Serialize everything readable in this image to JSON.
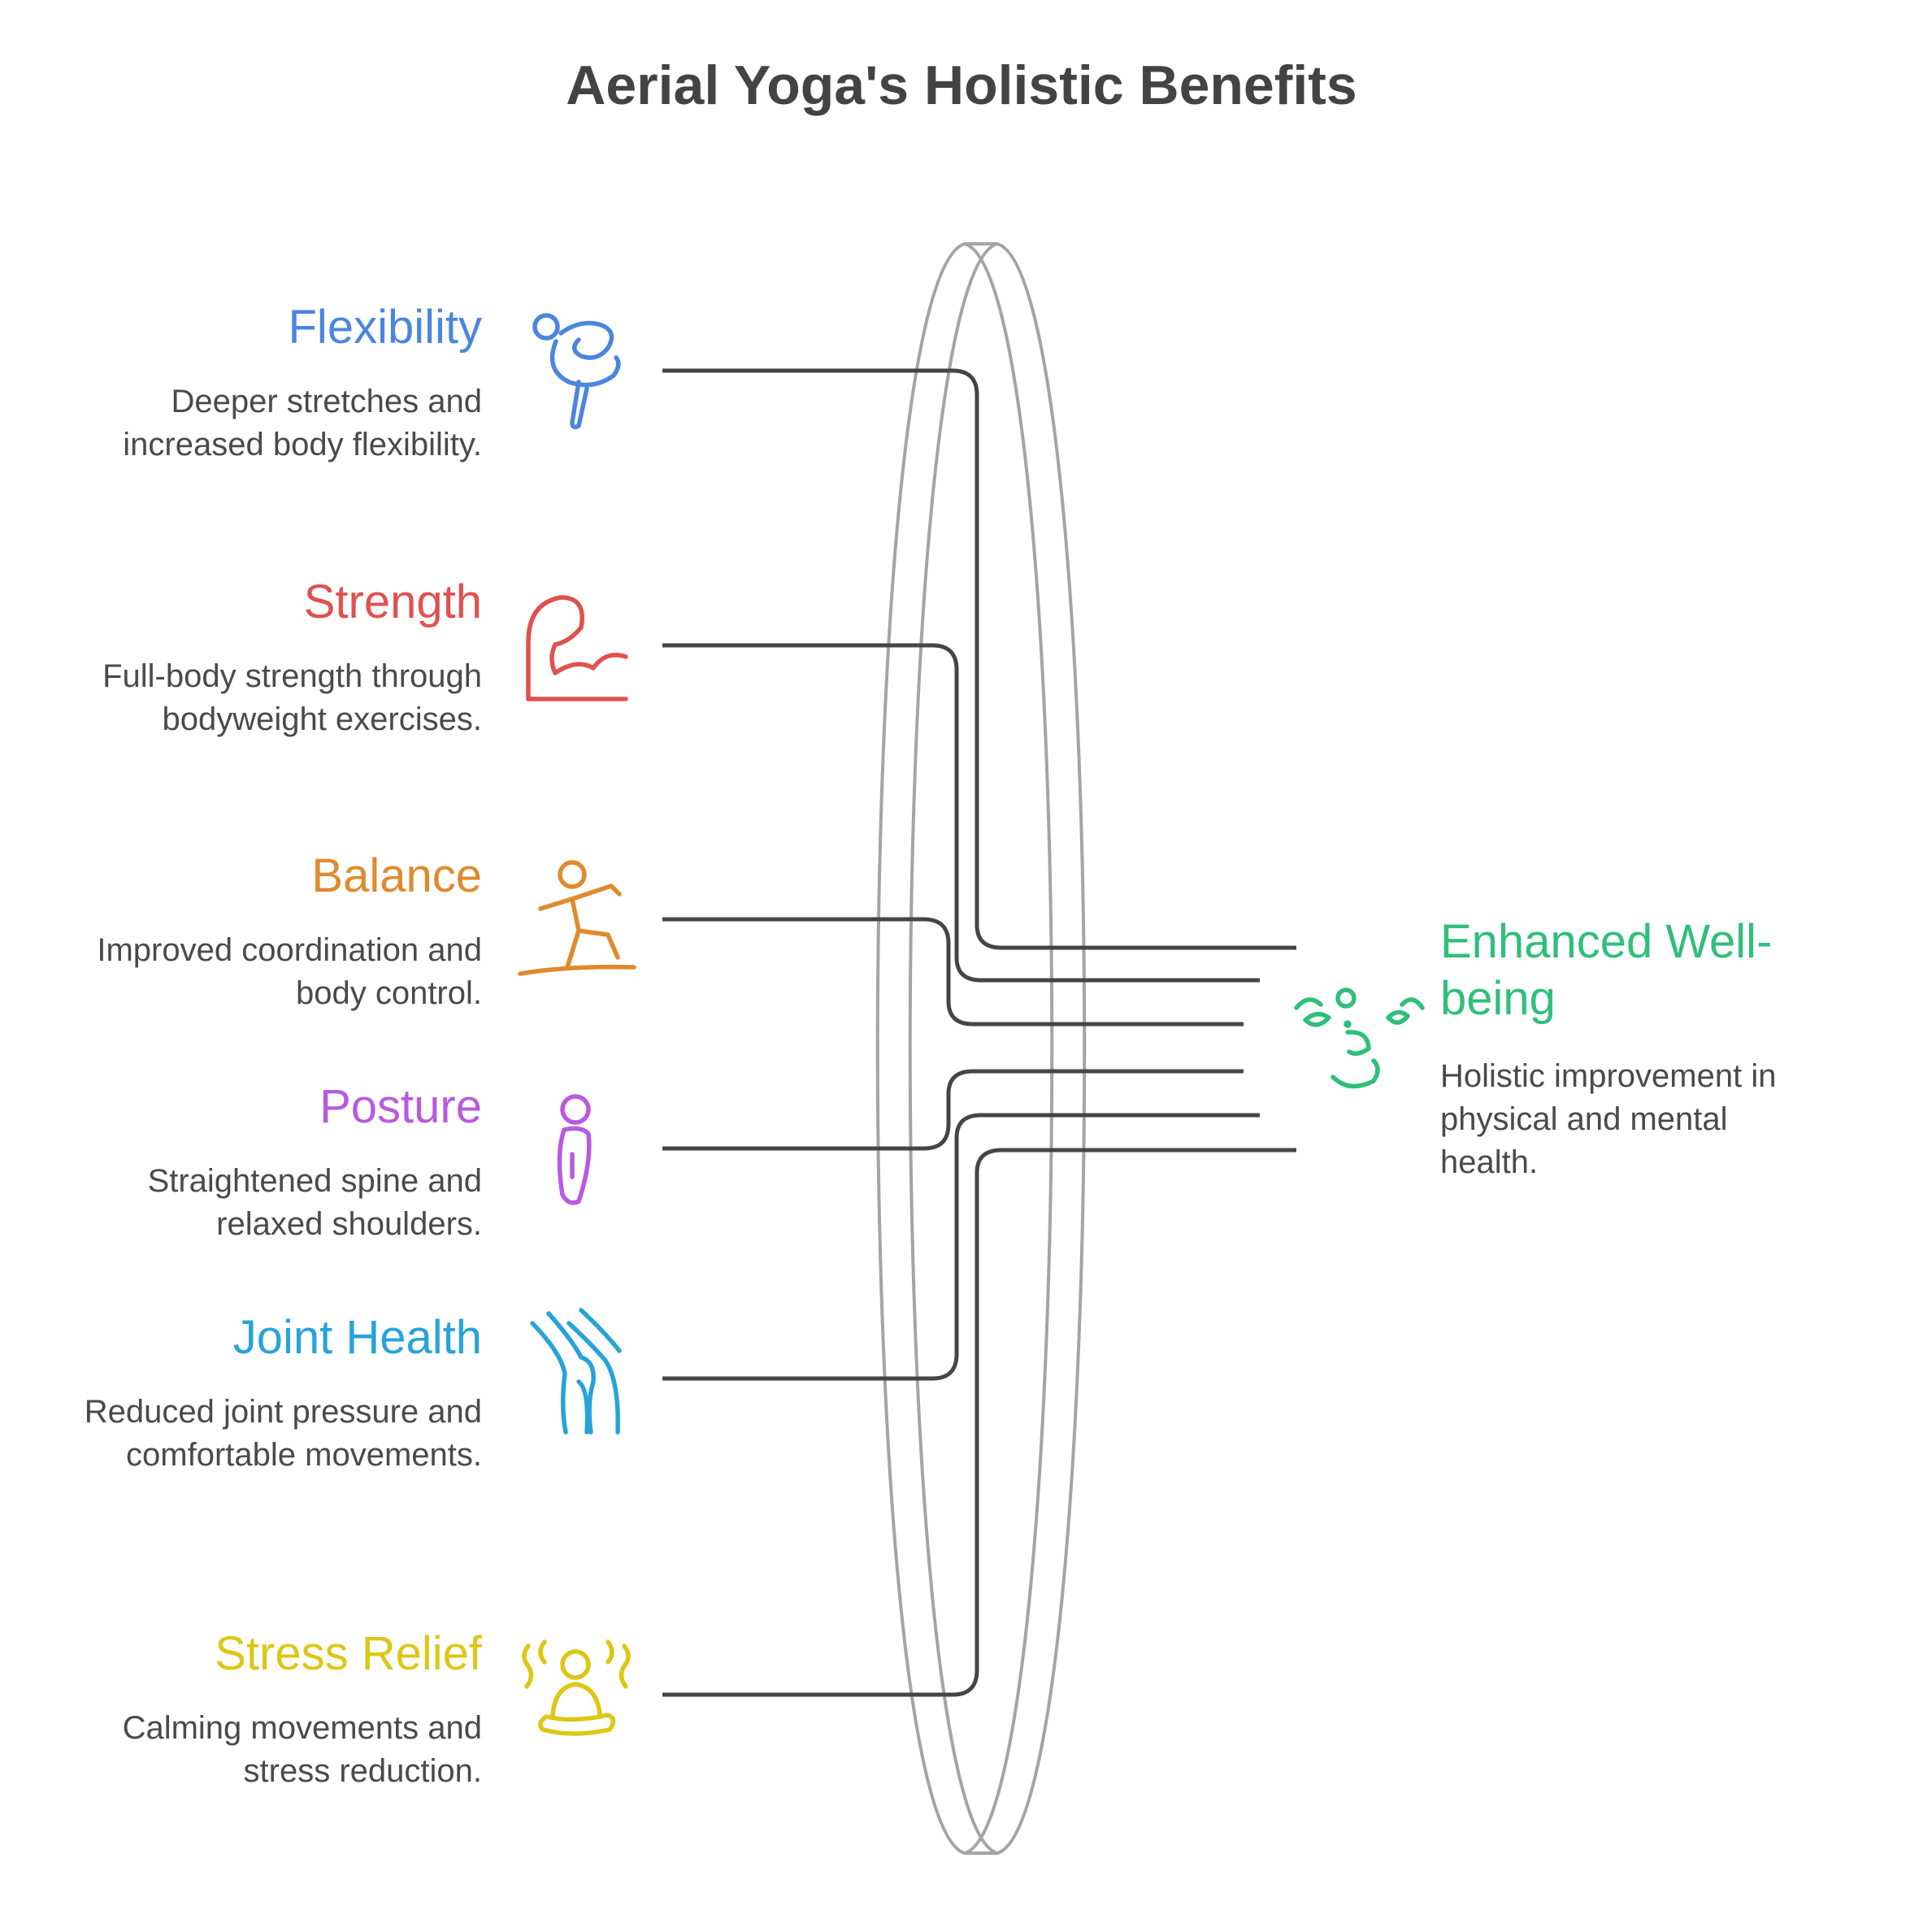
{
  "title": "Aerial Yoga's Holistic Benefits",
  "benefits": [
    {
      "title": "Flexibility",
      "description": "Deeper stretches and increased body flexibility.",
      "color": "#4a86e0",
      "icon": "flexibility-pose-icon"
    },
    {
      "title": "Strength",
      "description": "Full-body strength through bodyweight exercises.",
      "color": "#e0514f",
      "icon": "flexed-arm-icon"
    },
    {
      "title": "Balance",
      "description": "Improved coordination and body control.",
      "color": "#e08a2e",
      "icon": "balancing-figure-icon"
    },
    {
      "title": "Posture",
      "description": "Straightened spine and relaxed shoulders.",
      "color": "#b85ae0",
      "icon": "upright-person-icon"
    },
    {
      "title": "Joint Health",
      "description": "Reduced joint pressure and comfortable movements.",
      "color": "#27a3d9",
      "icon": "knee-joint-icon"
    },
    {
      "title": "Stress Relief",
      "description": "Calming movements and stress reduction.",
      "color": "#dcc716",
      "icon": "meditating-person-icon"
    }
  ],
  "outcome": {
    "title": "Enhanced Well-being",
    "description": "Holistic improvement in physical and mental health.",
    "color": "#2fbf7a",
    "icon": "serene-face-icon"
  }
}
